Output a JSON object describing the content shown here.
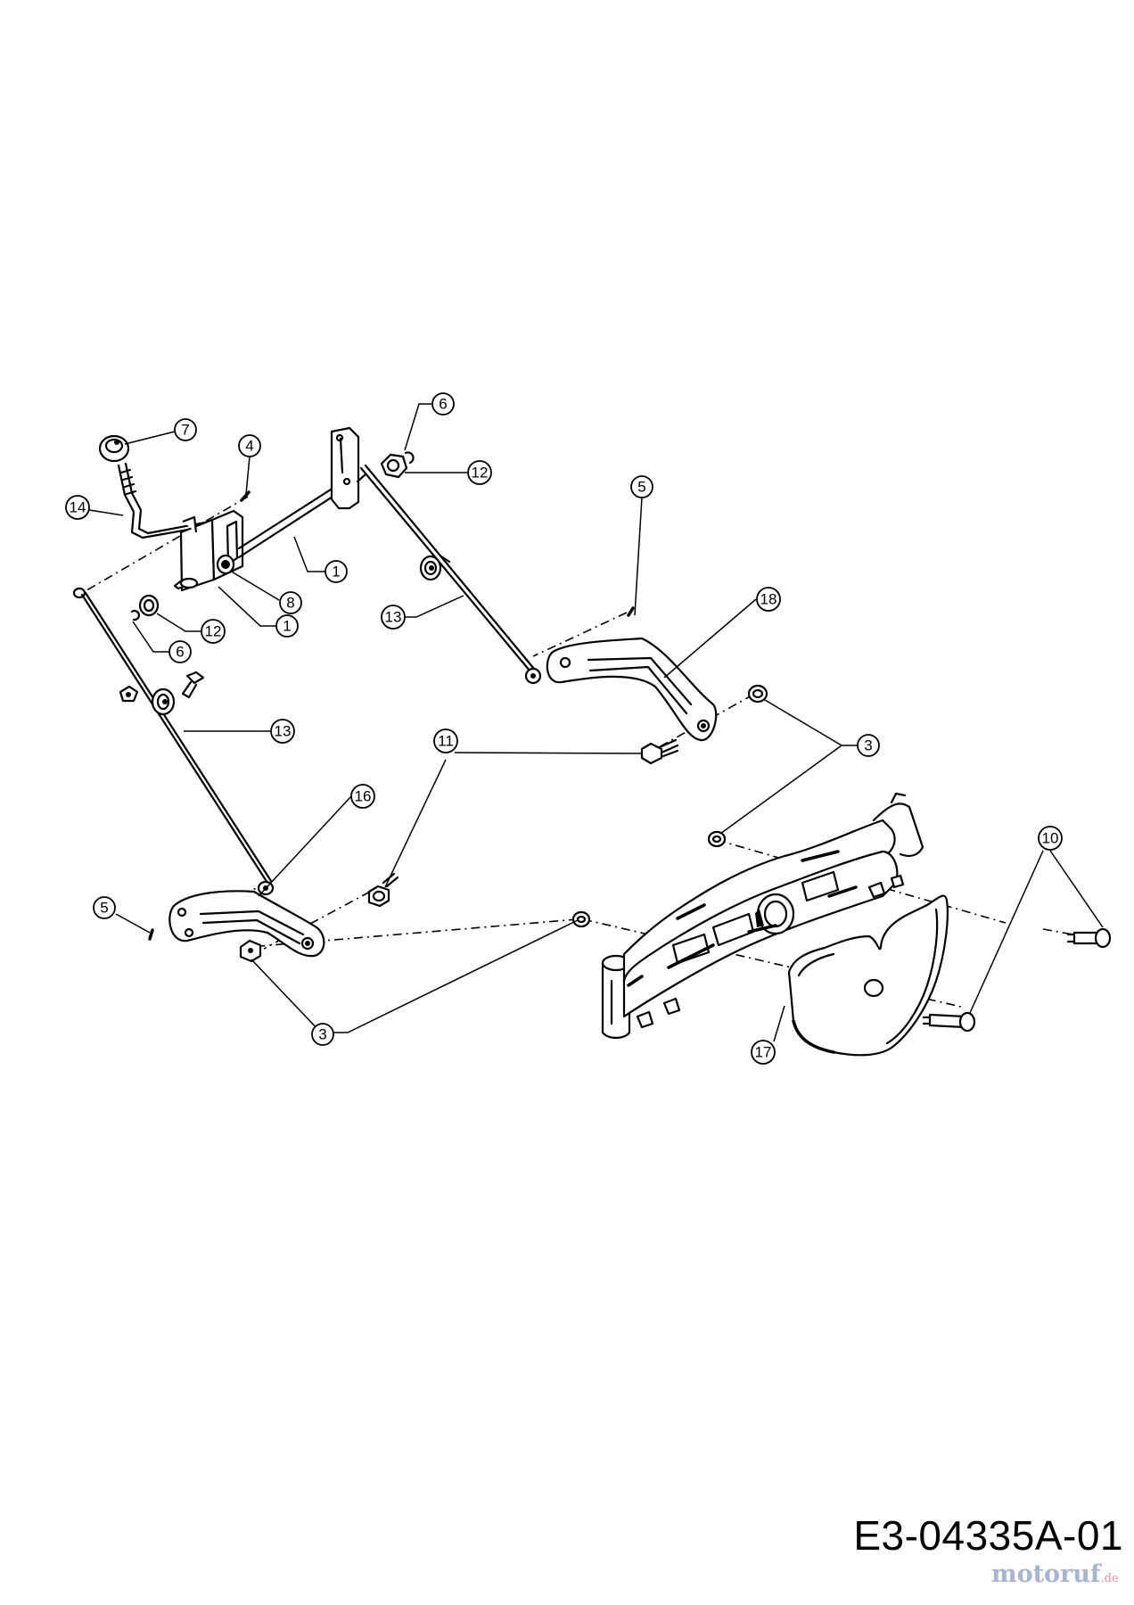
{
  "drawing": {
    "code": "E3-04335A-01",
    "watermark_text": "motoruf",
    "watermark_suffix": ".de"
  },
  "callouts": [
    {
      "id": "c7",
      "label": "7"
    },
    {
      "id": "c4",
      "label": "4"
    },
    {
      "id": "c14",
      "label": "14"
    },
    {
      "id": "c1a",
      "label": "1"
    },
    {
      "id": "c8",
      "label": "8"
    },
    {
      "id": "c1b",
      "label": "1"
    },
    {
      "id": "c12a",
      "label": "12"
    },
    {
      "id": "c6a",
      "label": "6"
    },
    {
      "id": "c6b",
      "label": "6"
    },
    {
      "id": "c12b",
      "label": "12"
    },
    {
      "id": "c13a",
      "label": "13"
    },
    {
      "id": "c13b",
      "label": "13"
    },
    {
      "id": "c5a",
      "label": "5"
    },
    {
      "id": "c18",
      "label": "18"
    },
    {
      "id": "c3a",
      "label": "3"
    },
    {
      "id": "c11",
      "label": "11"
    },
    {
      "id": "c16",
      "label": "16"
    },
    {
      "id": "c5b",
      "label": "5"
    },
    {
      "id": "c10",
      "label": "10"
    },
    {
      "id": "c17",
      "label": "17"
    },
    {
      "id": "c3b",
      "label": "3"
    }
  ]
}
